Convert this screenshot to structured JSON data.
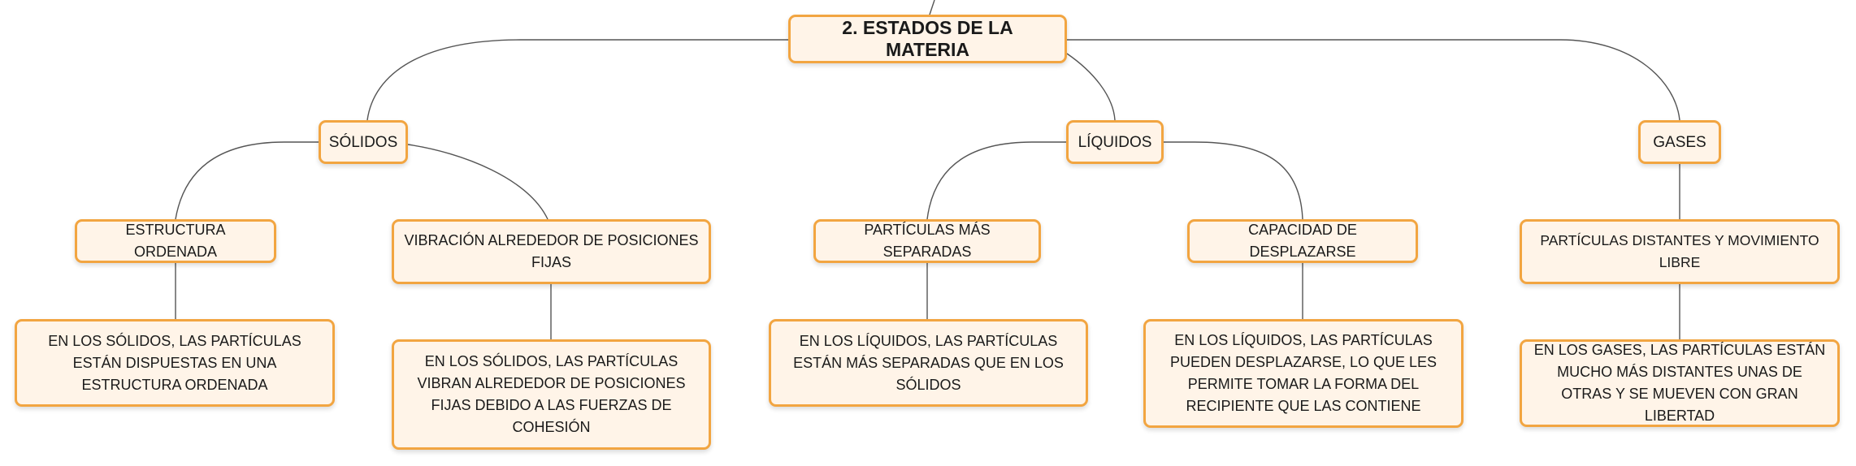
{
  "diagram": {
    "root": "2. ESTADOS DE LA MATERIA",
    "states": [
      {
        "label": "SÓLIDOS",
        "features": [
          {
            "label": "ESTRUCTURA ORDENADA",
            "detail": "EN LOS SÓLIDOS, LAS PARTÍCULAS ESTÁN DISPUESTAS EN UNA ESTRUCTURA ORDENADA"
          },
          {
            "label": "VIBRACIÓN ALREDEDOR DE POSICIONES FIJAS",
            "detail": "EN LOS SÓLIDOS, LAS PARTÍCULAS VIBRAN ALREDEDOR DE POSICIONES FIJAS DEBIDO A LAS FUERZAS DE COHESIÓN"
          }
        ]
      },
      {
        "label": "LÍQUIDOS",
        "features": [
          {
            "label": "PARTÍCULAS MÁS SEPARADAS",
            "detail": "EN LOS LÍQUIDOS, LAS PARTÍCULAS ESTÁN MÁS SEPARADAS QUE EN LOS SÓLIDOS"
          },
          {
            "label": "CAPACIDAD DE DESPLAZARSE",
            "detail": "EN LOS LÍQUIDOS, LAS PARTÍCULAS PUEDEN DESPLAZARSE, LO QUE LES PERMITE TOMAR LA FORMA DEL RECIPIENTE QUE LAS CONTIENE"
          }
        ]
      },
      {
        "label": "GASES",
        "features": [
          {
            "label": "PARTÍCULAS DISTANTES Y MOVIMIENTO LIBRE",
            "detail": "EN LOS GASES, LAS PARTÍCULAS ESTÁN MUCHO MÁS DISTANTES UNAS DE OTRAS Y SE MUEVEN CON GRAN LIBERTAD"
          }
        ]
      }
    ]
  },
  "colors": {
    "border": "#f2a541",
    "fill": "#fff4e8",
    "connector": "#555555",
    "text": "#1a1a1a"
  }
}
